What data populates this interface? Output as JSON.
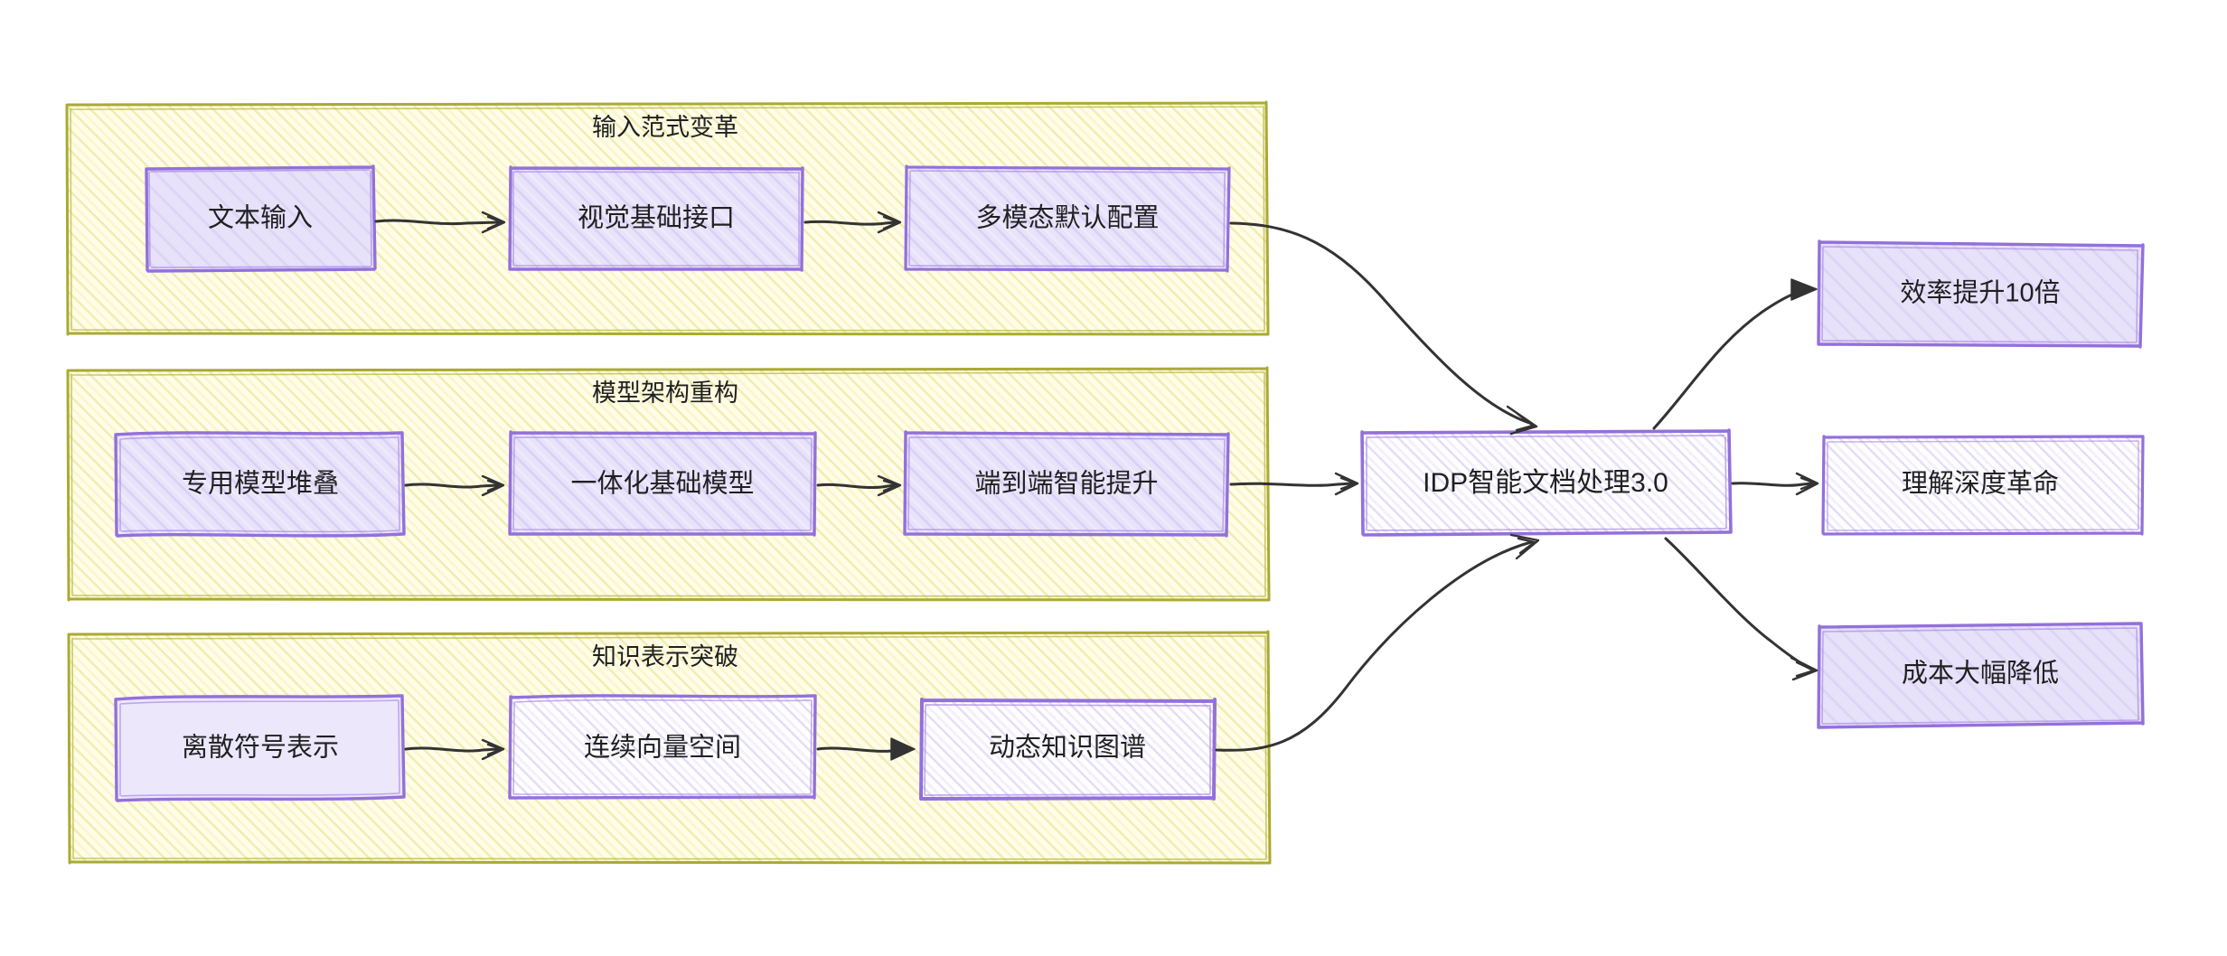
{
  "diagram": {
    "type": "flowchart",
    "direction": "left-to-right",
    "background": "#ffffff",
    "style": "hand-drawn-sketch",
    "colors": {
      "subgraph_fill": "#fffbd5",
      "subgraph_stroke": "#aaaa33",
      "node_fill": "#e6e0f8",
      "node_stroke": "#9370db",
      "edge_stroke": "#333333",
      "text": "#1f2020"
    }
  },
  "subgraphs": [
    {
      "id": "sg1",
      "title": "输入范式变革"
    },
    {
      "id": "sg2",
      "title": "模型架构重构"
    },
    {
      "id": "sg3",
      "title": "知识表示突破"
    }
  ],
  "nodes": {
    "a1": {
      "label": "文本输入"
    },
    "a2": {
      "label": "视觉基础接口"
    },
    "a3": {
      "label": "多模态默认配置"
    },
    "b1": {
      "label": "专用模型堆叠"
    },
    "b2": {
      "label": "一体化基础模型"
    },
    "b3": {
      "label": "端到端智能提升"
    },
    "c1": {
      "label": "离散符号表示"
    },
    "c2": {
      "label": "连续向量空间"
    },
    "c3": {
      "label": "动态知识图谱"
    },
    "idp": {
      "label": "IDP智能文档处理3.0"
    },
    "r1": {
      "label": "效率提升10倍"
    },
    "r2": {
      "label": "理解深度革命"
    },
    "r3": {
      "label": "成本大幅降低"
    }
  },
  "edges": [
    {
      "from": "a1",
      "to": "a2"
    },
    {
      "from": "a2",
      "to": "a3"
    },
    {
      "from": "a3",
      "to": "idp"
    },
    {
      "from": "b1",
      "to": "b2"
    },
    {
      "from": "b2",
      "to": "b3"
    },
    {
      "from": "b3",
      "to": "idp"
    },
    {
      "from": "c1",
      "to": "c2"
    },
    {
      "from": "c2",
      "to": "c3"
    },
    {
      "from": "c3",
      "to": "idp"
    },
    {
      "from": "idp",
      "to": "r1"
    },
    {
      "from": "idp",
      "to": "r2"
    },
    {
      "from": "idp",
      "to": "r3"
    }
  ]
}
